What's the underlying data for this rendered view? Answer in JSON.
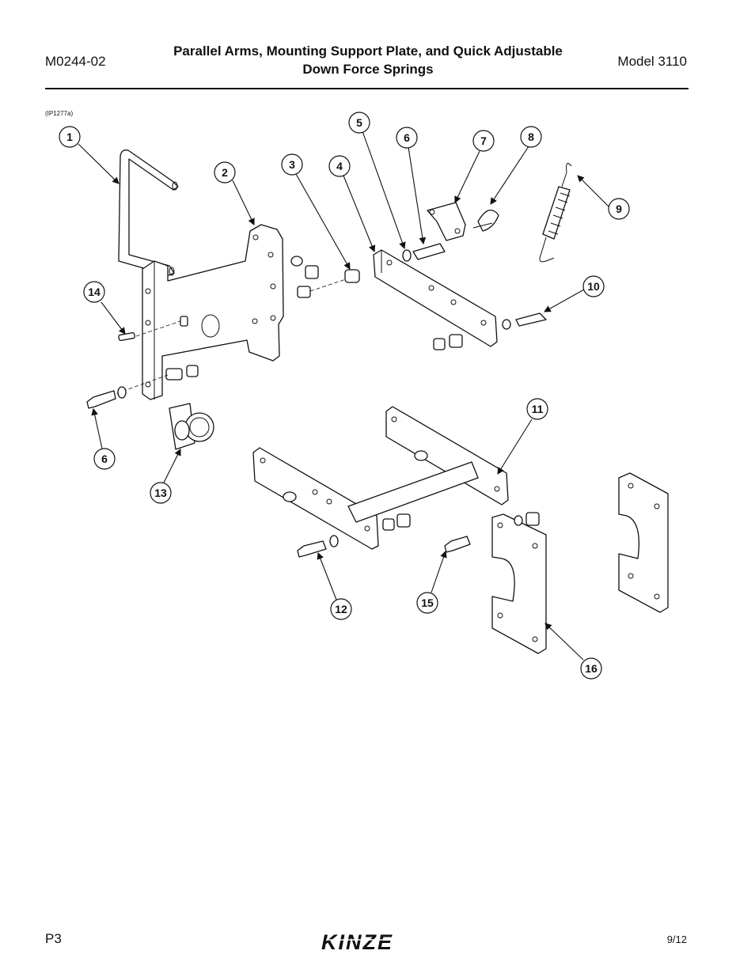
{
  "header": {
    "doc_number": "M0244-02",
    "title_line1": "Parallel Arms, Mounting Support Plate, and Quick Adjustable",
    "title_line2": "Down Force Springs",
    "model": "Model 3110"
  },
  "figure": {
    "ref_id": "(IP1277a)",
    "callouts": [
      "1",
      "2",
      "3",
      "4",
      "5",
      "6",
      "7",
      "8",
      "9",
      "10",
      "11",
      "12",
      "13",
      "14",
      "15",
      "16",
      "6"
    ]
  },
  "footer": {
    "page": "P3",
    "brand": "KINZE",
    "date": "9/12"
  }
}
